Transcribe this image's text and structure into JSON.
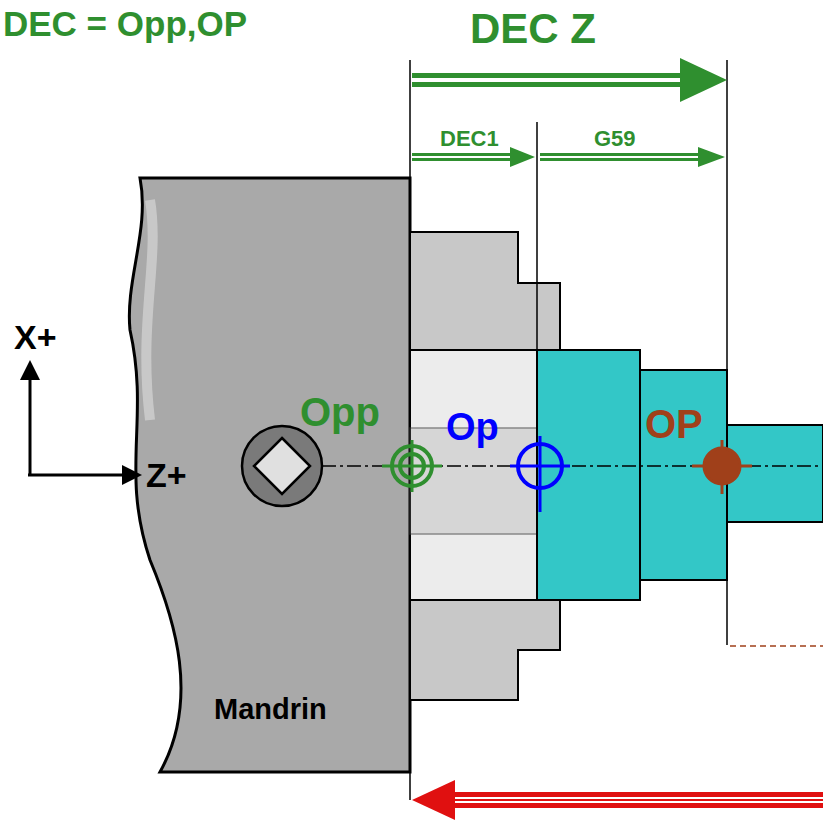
{
  "diagram": {
    "labels": [
      "DEC = Opp,OP",
      "DEC Z",
      "DEC1",
      "G59",
      "X+",
      "Z+",
      "Opp",
      "Op",
      "OP",
      "Mandrin"
    ]
  }
}
